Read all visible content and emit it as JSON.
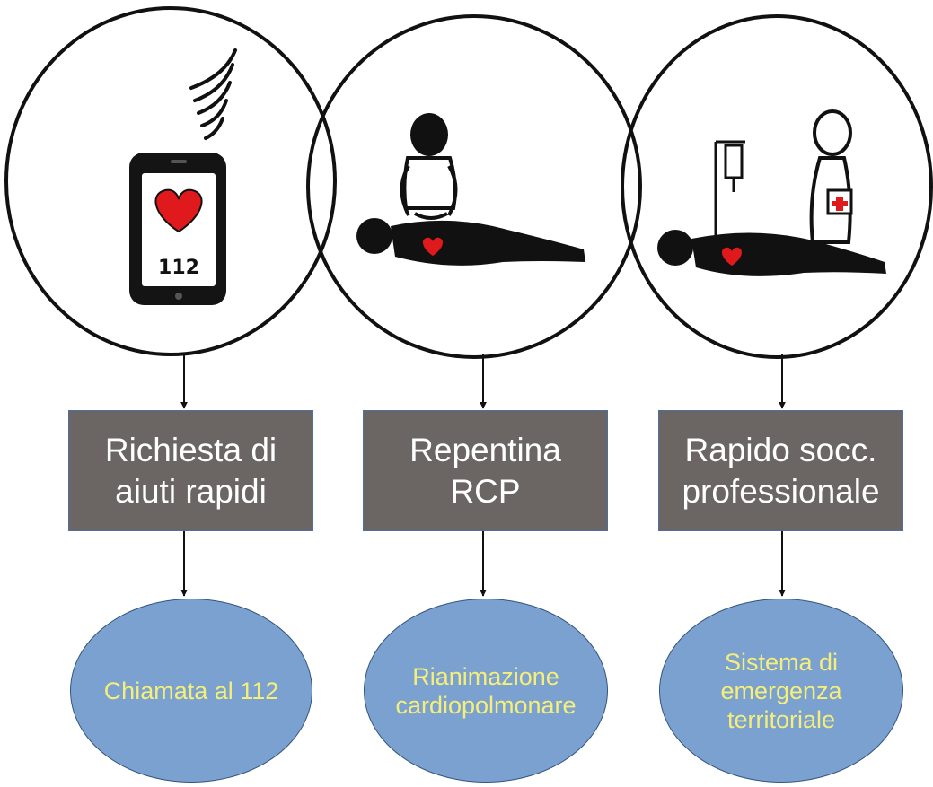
{
  "phone": {
    "label": "112"
  },
  "steps": [
    {
      "box_lines": [
        "Richiesta di",
        "aiuti rapidi"
      ],
      "oval_lines": [
        "Chiamata al 112"
      ]
    },
    {
      "box_lines": [
        "Repentina",
        "RCP"
      ],
      "oval_lines": [
        "Rianimazione",
        "cardiopolmonare"
      ]
    },
    {
      "box_lines": [
        "Rapido socc.",
        "professionale"
      ],
      "oval_lines": [
        "Sistema di",
        "emergenza",
        "territoriale"
      ]
    }
  ],
  "colors": {
    "box_fill": "#6b6663",
    "box_text": "#ffffff",
    "oval_fill": "#7aa1cf",
    "oval_text": "#f6ee7a",
    "heart": "#e0191d",
    "ink": "#111111"
  }
}
